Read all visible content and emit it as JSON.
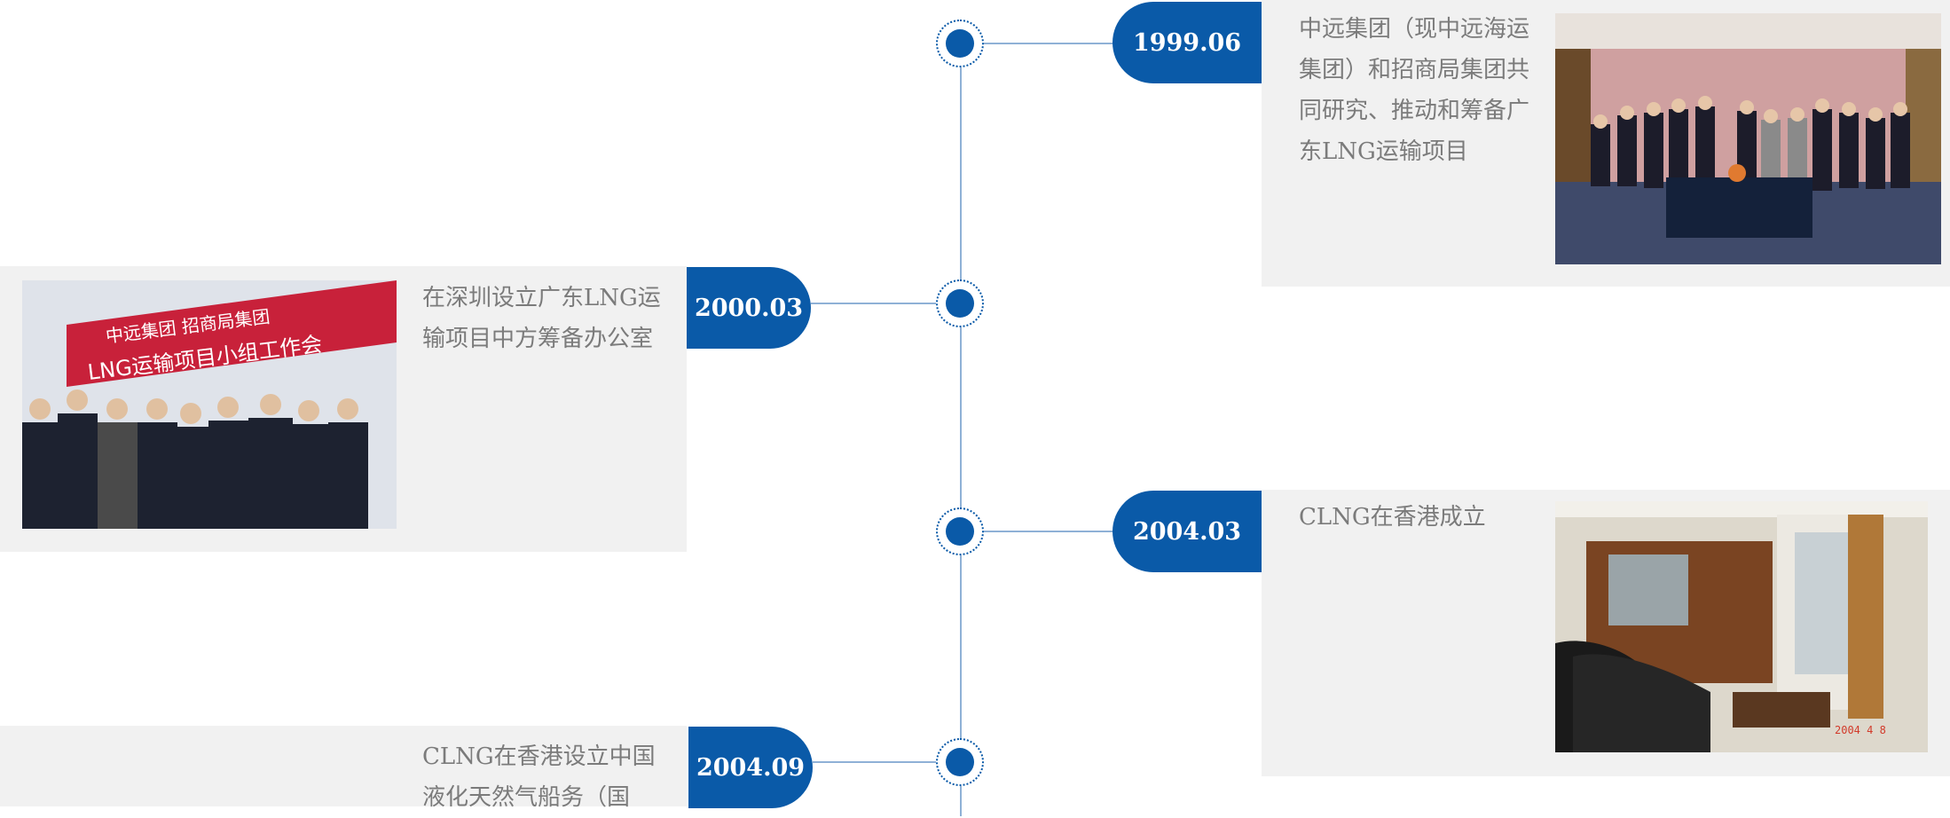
{
  "timeline": {
    "events": [
      {
        "date": "1999.06",
        "description": "中远集团（现中远海运集团）和招商局集团共同研究、推动和筹备广东LNG运输项目",
        "photo": "signing-ceremony-photo"
      },
      {
        "date": "2000.03",
        "description": "在深圳设立广东LNG运输项目中方筹备办公室",
        "photo": "group-banner-photo",
        "banner_text_line1": "中远集团 招商局集团",
        "banner_text_line2": "LNG运输项目小组工作会"
      },
      {
        "date": "2004.03",
        "description": "CLNG在香港成立",
        "photo": "office-interior-photo",
        "photo_stamp": "2004 4 8"
      },
      {
        "date": "2004.09",
        "description": "CLNG在香港设立中国液化天然气船务（国",
        "photo": ""
      }
    ]
  },
  "colors": {
    "accent": "#0a5aa8",
    "axis": "#8fb1d6",
    "card": "#f1f1f1",
    "text": "#7b7b7b"
  }
}
